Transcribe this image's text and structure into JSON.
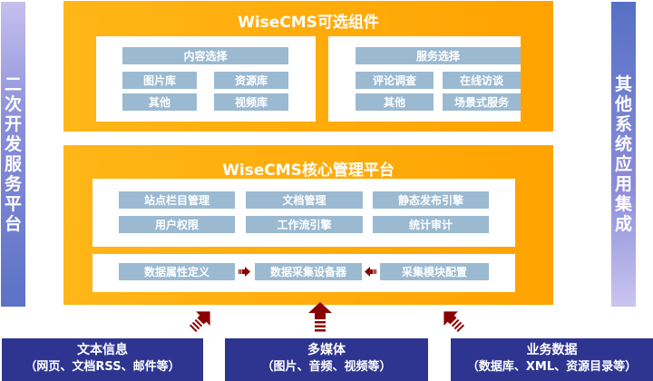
{
  "left_bar": {
    "label": "二次开发服务平台"
  },
  "right_bar": {
    "label": "其他系统应用集成"
  },
  "components_panel": {
    "title": "WiseCMS可选组件",
    "content_group": {
      "header": "内容选择",
      "items": [
        "图片库",
        "资源库",
        "其他",
        "视频库"
      ]
    },
    "service_group": {
      "header": "服务选择",
      "items": [
        "评论调查",
        "在线访谈",
        "其他",
        "场景式服务"
      ]
    }
  },
  "core_panel": {
    "title": "WiseCMS核心管理平台",
    "modules": [
      "站点栏目管理",
      "文档管理",
      "静态发布引擎",
      "用户权限",
      "工作流引擎",
      "统计审计"
    ],
    "collection": [
      "数据属性定义",
      "数据采集设备器",
      "采集模块配置"
    ]
  },
  "sources": [
    {
      "title": "文本信息",
      "detail": "（网页、文档RSS、邮件等）"
    },
    {
      "title": "多媒体",
      "detail": "（图片、音频、视频等）"
    },
    {
      "title": "业务数据",
      "detail": "（数据库、XML、资源目录等）"
    }
  ],
  "colors": {
    "orange": "#ffa800",
    "block": "#9bbad2",
    "source_bg": "#2e3590",
    "arrow": "#8b0000"
  }
}
